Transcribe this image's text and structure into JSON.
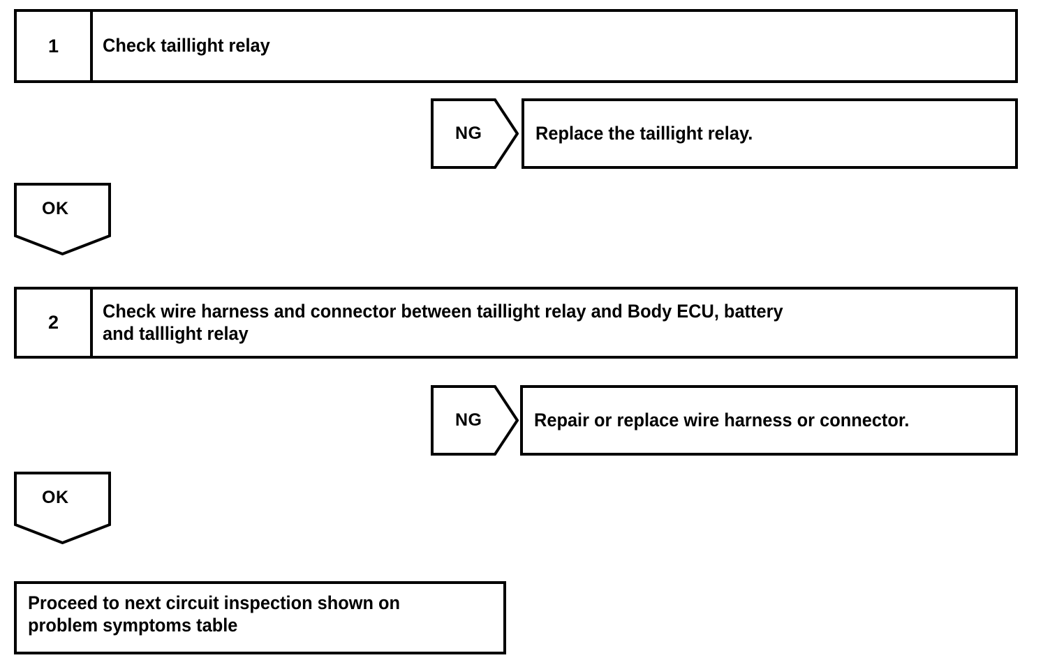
{
  "document": {
    "kind": "troubleshooting-flowchart",
    "ink_color": "#000000",
    "background_color": "#ffffff"
  },
  "steps": [
    {
      "number": "1",
      "text": "Check taillight relay"
    },
    {
      "number": "2",
      "text": "Check wire harness and connector between taillight relay and Body ECU, battery\nand talllight relay"
    }
  ],
  "branches": [
    {
      "marker": "NG",
      "action": "Replace the taillight relay."
    },
    {
      "marker": "NG",
      "action": "Repair or replace wire harness or connector."
    }
  ],
  "ok_markers": [
    {
      "label": "OK"
    },
    {
      "label": "OK"
    }
  ],
  "final": {
    "text": "Proceed to next circuit inspection shown on\nproblem symptoms table"
  }
}
